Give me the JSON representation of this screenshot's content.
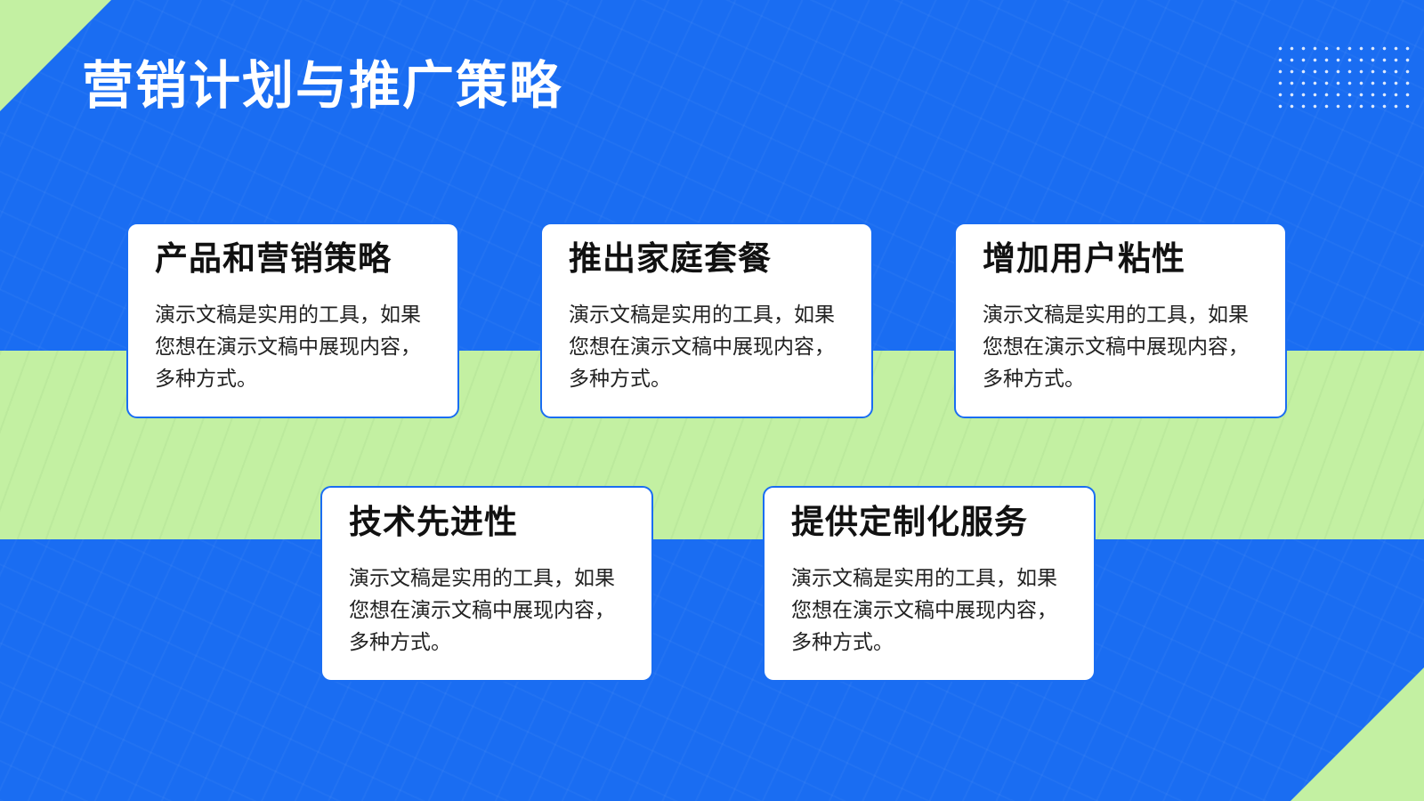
{
  "slide": {
    "title": "营销计划与推广策略",
    "colors": {
      "background": "#1a6df2",
      "accent_green": "#c3f0a2",
      "card": "#ffffff",
      "title_text": "#ffffff",
      "card_title_text": "#111111"
    },
    "cards": [
      {
        "title": "产品和营销策略",
        "body": "演示文稿是实用的工具，如果您想在演示文稿中展现内容，多种方式。"
      },
      {
        "title": "推出家庭套餐",
        "body": "演示文稿是实用的工具，如果您想在演示文稿中展现内容，多种方式。"
      },
      {
        "title": "增加用户粘性",
        "body": "演示文稿是实用的工具，如果您想在演示文稿中展现内容，多种方式。"
      },
      {
        "title": "技术先进性",
        "body": "演示文稿是实用的工具，如果您想在演示文稿中展现内容，多种方式。"
      },
      {
        "title": "提供定制化服务",
        "body": "演示文稿是实用的工具，如果您想在演示文稿中展现内容，多种方式。"
      }
    ]
  }
}
